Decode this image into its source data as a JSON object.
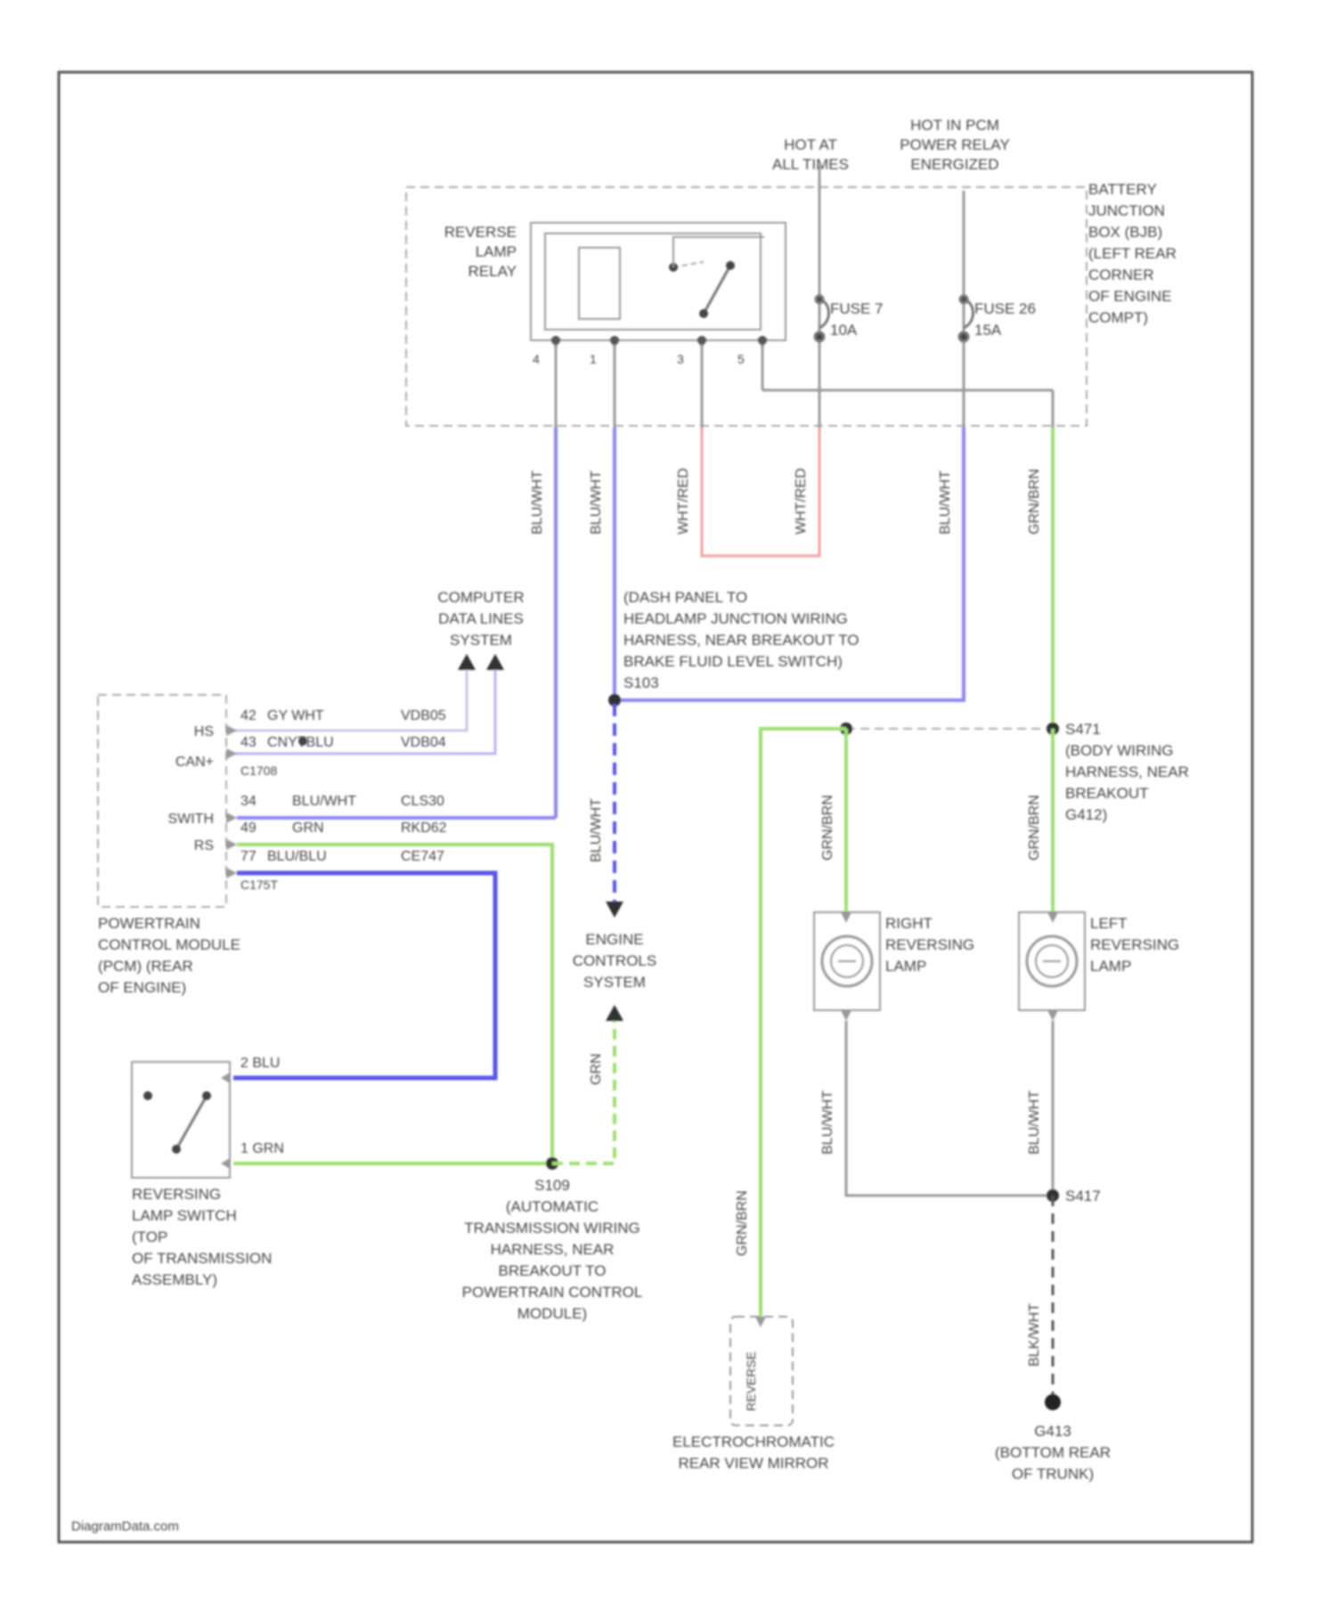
{
  "watermark": "DiagramData.com",
  "colors": {
    "wire_blue": "#8c86f0",
    "wire_blue_dark": "#5a55e8",
    "wire_green": "#9ee070",
    "wire_red": "#f0a0a0",
    "wire_gray": "#9a9a9a",
    "frame": "#555555"
  },
  "power": {
    "hot_all_times": "HOT AT\nALL TIMES",
    "hot_pcm_relay": "HOT IN PCM\nPOWER RELAY\nENERGIZED"
  },
  "bjb": {
    "label": "BATTERY\nJUNCTION\nBOX (BJB)\n(LEFT REAR\nCORNER\nOF ENGINE\nCOMPT)",
    "relay_label": "REVERSE\nLAMP\nRELAY",
    "relay_pins": [
      "4",
      "1",
      "3",
      "5"
    ],
    "fuse7": "FUSE 7\n10A",
    "fuse26": "FUSE 26\n15A"
  },
  "wire_colors_top": [
    "BLU/WHT",
    "BLU/WHT",
    "WHT/RED",
    "WHT/RED",
    "BLU/WHT",
    "GRN/BRN"
  ],
  "computer_data": "COMPUTER\nDATA LINES\nSYSTEM",
  "splice_s103": "(DASH PANEL TO\nHEADLAMP JUNCTION WIRING\nHARNESS, NEAR BREAKOUT TO\nBRAKE FLUID LEVEL SWITCH)\nS103",
  "pcm": {
    "pins": [
      "HS",
      "CAN+",
      "SWITH",
      "RS",
      ""
    ],
    "rows": [
      {
        "pin": "42",
        "wire": "GY WHT",
        "circuit": "VDB05"
      },
      {
        "pin": "43",
        "wire": "CNYTBLU",
        "circuit": "VDB04"
      },
      {
        "pin": "",
        "wire": "C1708",
        "circuit": ""
      },
      {
        "pin": "34",
        "wire": "BLU/WHT",
        "circuit": "CLS30"
      },
      {
        "pin": "49",
        "wire": "GRN",
        "circuit": "RKD62"
      },
      {
        "pin": "77",
        "wire": "BLU/BLU",
        "circuit": "CE747"
      },
      {
        "pin": "",
        "wire": "C175T",
        "circuit": ""
      }
    ],
    "label": "POWERTRAIN\nCONTROL MODULE\n(PCM) (REAR\nOF ENGINE)"
  },
  "engine_controls": "ENGINE\nCONTROLS\nSYSTEM",
  "wire_blu_wht_mid": "BLU/WHT",
  "wire_grn_mid": "GRN",
  "switch": {
    "pin2": "2  BLU",
    "pin1": "1  GRN",
    "label": "REVERSING\nLAMP SWITCH\n(TOP\nOF TRANSMISSION\nASSEMBLY)"
  },
  "splice_s109": "S109\n(AUTOMATIC\nTRANSMISSION WIRING\nHARNESS, NEAR\nBREAKOUT TO\nPOWERTRAIN CONTROL\nMODULE)",
  "splice_s471": "S471\n(BODY WIRING\nHARNESS, NEAR\nBREAKOUT\nG412)",
  "right_lamp": "RIGHT\nREVERSING\nLAMP",
  "left_lamp": "LEFT\nREVERSING\nLAMP",
  "lamp_wire_top": "GRN/BRN",
  "lamp_wire_bottom": "BLU/WHT",
  "mirror_wire": "GRN/BRN",
  "mirror_inner": "REVERSE",
  "mirror_label": "ELECTROCHROMATIC\nREAR VIEW MIRROR",
  "splice_s417": "S417",
  "ground_wire": "BLK/WHT",
  "ground": "G413\n(BOTTOM REAR\nOF TRUNK)"
}
